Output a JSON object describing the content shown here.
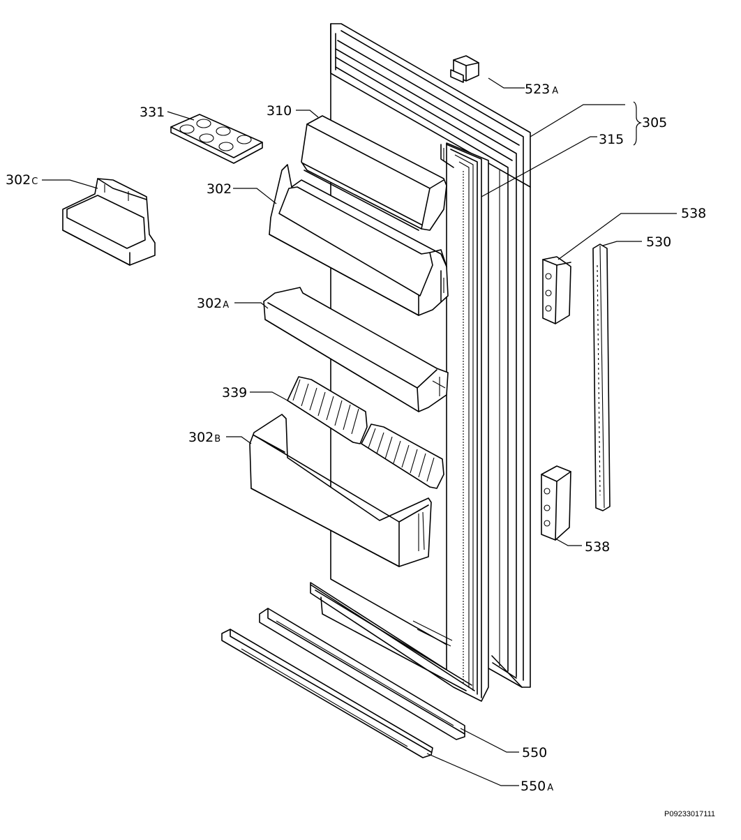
{
  "labels": {
    "l523a": {
      "num": "523",
      "suffix": "A"
    },
    "l305": {
      "num": "305",
      "suffix": ""
    },
    "l315": {
      "num": "315",
      "suffix": ""
    },
    "l331": {
      "num": "331",
      "suffix": ""
    },
    "l310": {
      "num": "310",
      "suffix": ""
    },
    "l302c": {
      "num": "302",
      "suffix": "C"
    },
    "l302": {
      "num": "302",
      "suffix": ""
    },
    "l538a": {
      "num": "538",
      "suffix": ""
    },
    "l530": {
      "num": "530",
      "suffix": ""
    },
    "l302a": {
      "num": "302",
      "suffix": "A"
    },
    "l339": {
      "num": "339",
      "suffix": ""
    },
    "l302b": {
      "num": "302",
      "suffix": "B"
    },
    "l538b": {
      "num": "538",
      "suffix": ""
    },
    "l550": {
      "num": "550",
      "suffix": ""
    },
    "l550a": {
      "num": "550",
      "suffix": "A"
    }
  },
  "drawing_code": "P09233017111"
}
